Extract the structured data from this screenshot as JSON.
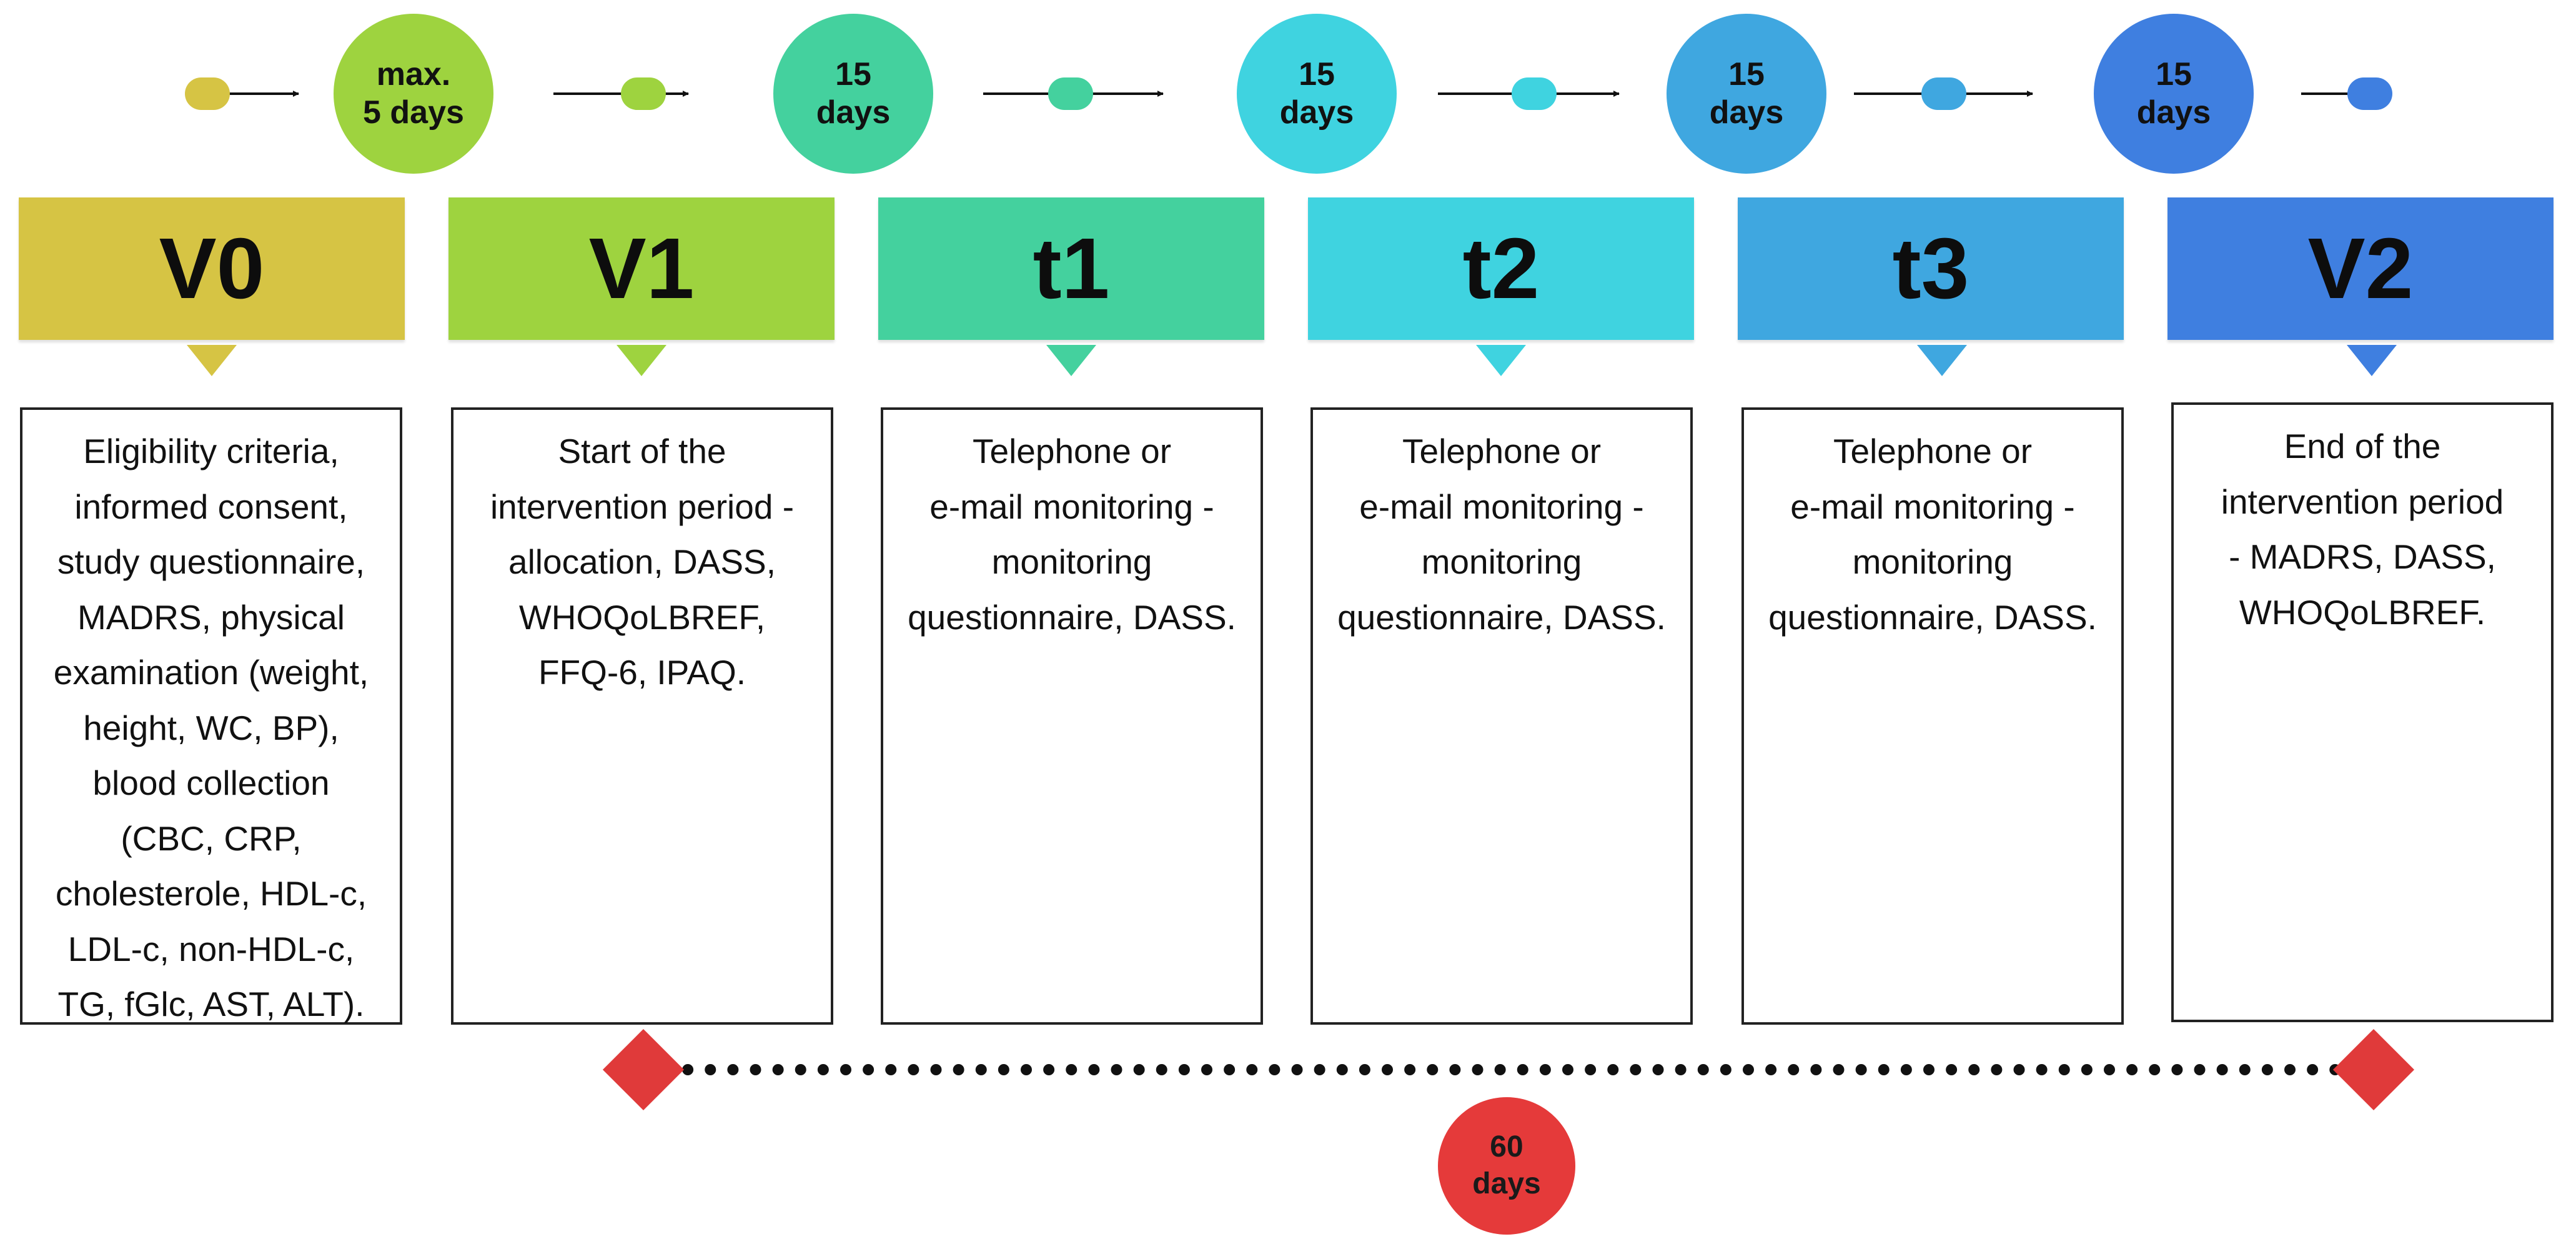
{
  "colors": {
    "v0": "#d6c444",
    "v1": "#9ed33f",
    "t1": "#44d19e",
    "t2": "#3fd3e0",
    "t3": "#3fa7e0",
    "v2": "#3f7fe0",
    "duration": "#e53a3a"
  },
  "intervals": [
    {
      "line1": "max.",
      "line2": "5 days",
      "color": "#9ed33f"
    },
    {
      "line1": "15",
      "line2": "days",
      "color": "#44d19e"
    },
    {
      "line1": "15",
      "line2": "days",
      "color": "#3fd3e0"
    },
    {
      "line1": "15",
      "line2": "days",
      "color": "#3fa7e0"
    },
    {
      "line1": "15",
      "line2": "days",
      "color": "#3f7fe0"
    }
  ],
  "stages": [
    {
      "label": "V0",
      "color": "#d6c444",
      "description": "Eligibility criteria,\ninformed consent,\nstudy questionnaire,\nMADRS, physical\nexamination (weight,\nheight, WC, BP),\nblood collection\n(CBC, CRP,\ncholesterole, HDL-c,\nLDL-c, non-HDL-c,\nTG, fGlc, AST, ALT)."
    },
    {
      "label": "V1",
      "color": "#9ed33f",
      "description": "Start of the\nintervention period -\nallocation, DASS,\nWHOQoLBREF,\nFFQ-6, IPAQ."
    },
    {
      "label": "t1",
      "color": "#44d19e",
      "description": "Telephone or\ne-mail monitoring -\nmonitoring\nquestionnaire, DASS."
    },
    {
      "label": "t2",
      "color": "#3fd3e0",
      "description": "Telephone or\ne-mail monitoring -\nmonitoring\nquestionnaire, DASS."
    },
    {
      "label": "t3",
      "color": "#3fa7e0",
      "description": "Telephone or\ne-mail monitoring -\nmonitoring\nquestionnaire, DASS."
    },
    {
      "label": "V2",
      "color": "#3f7fe0",
      "description": "End of the\nintervention period\n- MADRS, DASS,\nWHOQoLBREF."
    }
  ],
  "duration": {
    "line1": "60",
    "line2": "days"
  }
}
